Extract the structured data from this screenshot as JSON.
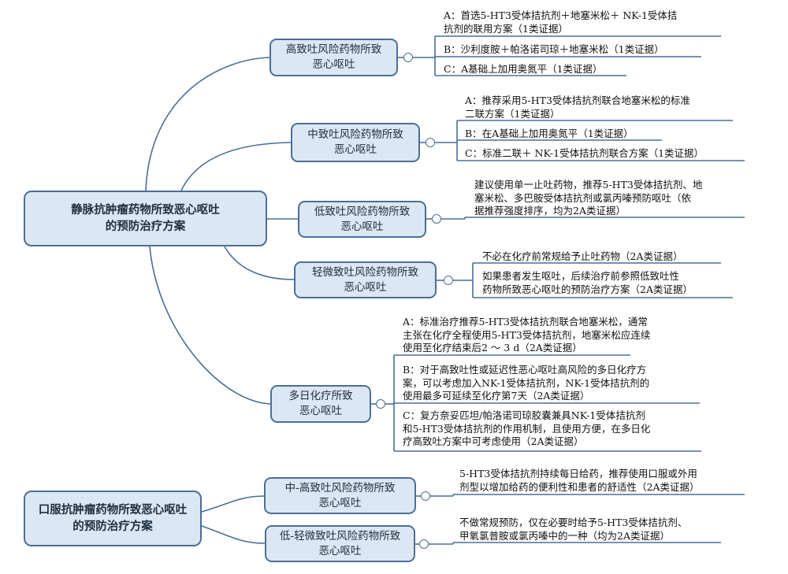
{
  "roots": [
    {
      "id": "iv",
      "label": "静脉抗肿瘤药物所致恶心呕吐\n的预防治疗方案"
    },
    {
      "id": "oral",
      "label": "口服抗肿瘤药物所致恶心呕吐\n的预防治疗方案"
    }
  ],
  "branches": [
    {
      "id": "high",
      "label": "高致吐风险药物所致\n恶心呕吐",
      "leaves": [
        "A：首选5-HT3受体拮抗剂＋地塞米松＋ NK-1受体拮\n抗剂的联用方案（1类证据）",
        "B：沙利度胺＋帕洛诺司琼＋地塞米松（1类证据）",
        "C：A基础上加用奥氮平（1类证据）"
      ]
    },
    {
      "id": "mid",
      "label": "中致吐风险药物所致\n恶心呕吐",
      "leaves": [
        "A：推荐采用5-HT3受体拮抗剂联合地塞米松的标准\n二联方案（1类证据）",
        "B：在A基础上加用奥氮平（1类证据）",
        "C：标准二联＋ NK-1受体拮抗剂联合方案（1类证据）"
      ]
    },
    {
      "id": "low",
      "label": "低致吐风险药物所致\n恶心呕吐",
      "leaves": [
        "建议使用单一止吐药物，推荐5-HT3受体拮抗剂、地\n塞米松、多巴胺受体拮抗剂或氯丙嗪预防呕吐（依\n据推荐强度排序，均为2A类证据）"
      ]
    },
    {
      "id": "minimal",
      "label": "轻微致吐风险药物所致\n恶心呕吐",
      "leaves": [
        "不必在化疗前常规给予止吐药物（2A类证据）",
        "如果患者发生呕吐，后续治疗前参照低致吐性\n药物所致恶心呕吐的预防治疗方案（2A类证据）"
      ]
    },
    {
      "id": "multiday",
      "label": "多日化疗所致\n恶心呕吐",
      "leaves": [
        "A：标准治疗推荐5-HT3受体拮抗剂联合地塞米松，通常\n主张在化疗全程使用5-HT3受体拮抗剂，地塞米松应连续\n使用至化疗结束后2 ～ 3 d（2A类证据）",
        "B：对于高致吐性或延迟性恶心呕吐高风险的多日化疗方\n案，可以考虑加入NK-1受体拮抗剂，NK-1受体拮抗剂的\n使用最多可延续至化疗第7天（2A类证据）",
        "C：复方奈妥匹坦/帕洛诺司琼胶囊兼具NK-1受体拮抗剂\n和5-HT3受体拮抗剂的作用机制，且使用方便，在多日化\n疗高致吐方案中可考虑使用（2A类证据）"
      ]
    },
    {
      "id": "oral_high",
      "label": "中-高致吐风险药物所致\n恶心呕吐",
      "leaves": [
        "5-HT3受体拮抗剂持续每日给药，推荐使用口服或外用\n剂型以增加给药的便利性和患者的舒适性（2A类证据）"
      ]
    },
    {
      "id": "oral_low",
      "label": "低-轻微致吐风险药物所致\n恶心呕吐",
      "leaves": [
        "不做常规预防，仅在必要时给予5-HT3受体拮抗剂、\n甲氧氯普胺或氯丙嗪中的一种（均为2A类证据）"
      ]
    }
  ],
  "colors": {
    "node_fill": "#dbe7f3",
    "node_border": "#4a6f98",
    "line": "#4a6f98"
  }
}
